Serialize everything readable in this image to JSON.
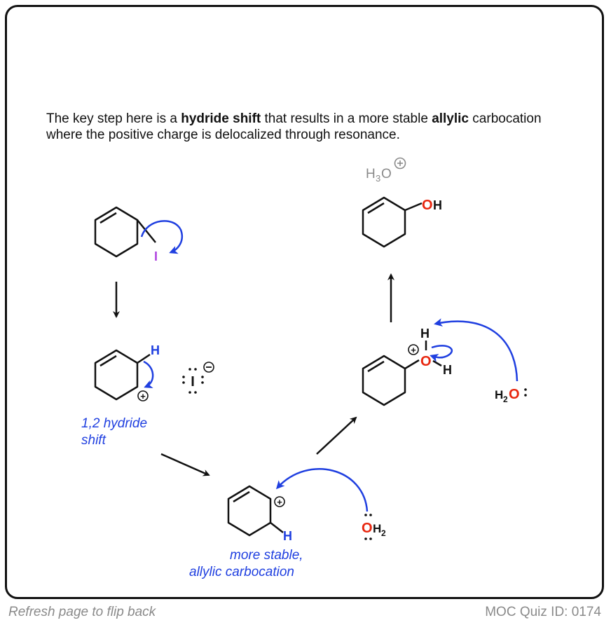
{
  "intro": {
    "part1": "The key step here is a ",
    "bold1": "hydride shift",
    "part2": " that results in a more stable ",
    "bold2": "allylic",
    "part3": " carbocation where the positive charge is delocalized through resonance."
  },
  "labels": {
    "iodine": "I",
    "hydrogen": "H",
    "iodide": "I",
    "hydroxyl_o": "O",
    "hydroxyl_h": "H",
    "water_o": "O",
    "water_h2": "H",
    "water_sub2": "2",
    "h3o": "H",
    "h3o_sub": "3",
    "h3o_o": "O",
    "plus": "+",
    "minus": "−"
  },
  "captions": {
    "hydride_shift_line1": "1,2 hydride",
    "hydride_shift_line2": "shift",
    "stable_line1": "more stable,",
    "stable_line2": "allylic carbocation"
  },
  "footer": {
    "left": "Refresh page to flip back",
    "right": "MOC Quiz ID: 0174"
  },
  "colors": {
    "arrow_blue": "#1f3fe0",
    "oxygen_red": "#e8270f",
    "iodine_purple": "#b146e0",
    "caption_blue": "#1f3fe0",
    "gray": "#8a8a8a"
  }
}
